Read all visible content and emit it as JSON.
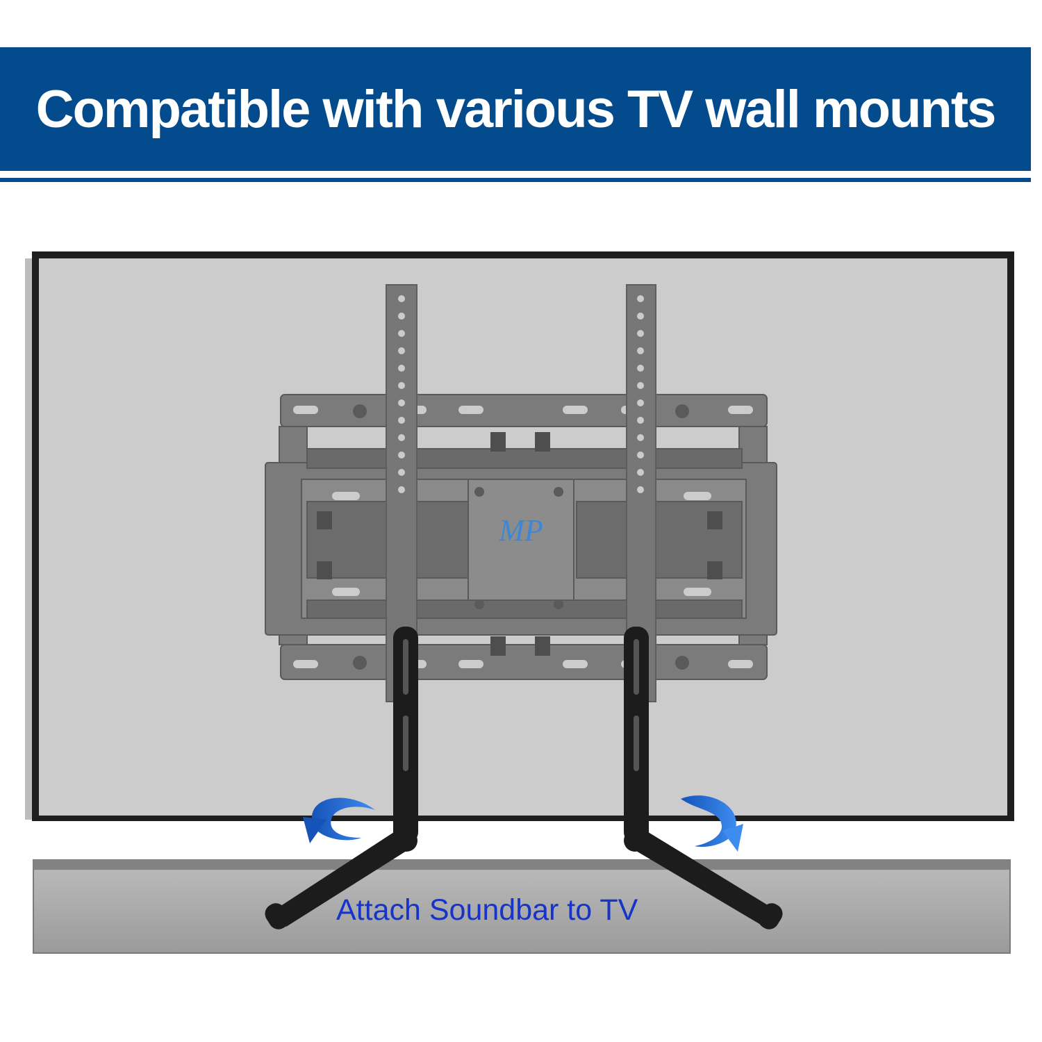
{
  "header": {
    "title": "Compatible with various TV wall mounts"
  },
  "product": {
    "caption": "Attach Soundbar to TV",
    "logo_text": "MP"
  },
  "colors": {
    "banner": "#034b8c",
    "caption": "#1734c8",
    "arrow": "#1a66cc",
    "tv_frame": "#1e1e1e",
    "tv_screen": "#cccccc",
    "bracket": "#1c1c1c",
    "mount_plate": "#7a7a7a"
  },
  "icons": [
    "rotate-left-arrow-icon",
    "rotate-right-arrow-icon",
    "brand-logo-icon"
  ]
}
